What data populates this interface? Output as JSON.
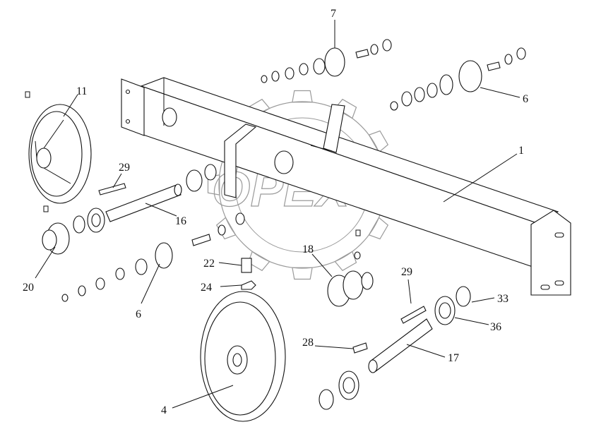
{
  "watermark": {
    "text": "OPEX"
  },
  "callouts": [
    {
      "id": "label-7-top",
      "text": "7"
    },
    {
      "id": "label-6-right",
      "text": "6"
    },
    {
      "id": "label-11",
      "text": "11"
    },
    {
      "id": "label-1",
      "text": "1"
    },
    {
      "id": "label-29-left",
      "text": "29"
    },
    {
      "id": "label-16",
      "text": "16"
    },
    {
      "id": "label-20",
      "text": "20"
    },
    {
      "id": "label-22",
      "text": "22"
    },
    {
      "id": "label-18",
      "text": "18"
    },
    {
      "id": "label-24",
      "text": "24"
    },
    {
      "id": "label-6-bottom",
      "text": "6"
    },
    {
      "id": "label-29-right",
      "text": "29"
    },
    {
      "id": "label-33",
      "text": "33"
    },
    {
      "id": "label-36",
      "text": "36"
    },
    {
      "id": "label-28",
      "text": "28"
    },
    {
      "id": "label-17",
      "text": "17"
    },
    {
      "id": "label-4",
      "text": "4"
    }
  ],
  "colors": {
    "line": "#111111",
    "watermark": "#9a9a9a",
    "background": "#ffffff"
  }
}
